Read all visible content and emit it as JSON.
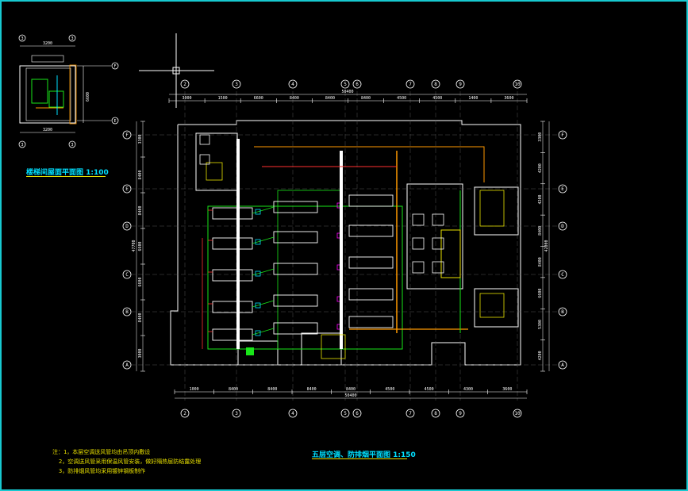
{
  "drawing": {
    "main_title": "五层空调、防排烟平面图 1:150",
    "stair_title": "楼梯间屋面平面图 1:100",
    "notes": [
      "注：1，本层空调送风管均由吊顶内敷设",
      "2，空调送风管采用保温风管安装，做好隔热层防结露处理",
      "3，防排烟风管均采用镀锌钢板制作"
    ],
    "colors": {
      "frame": "#17c8d0",
      "dim": "#ffffff",
      "axis_bubble": "#ffffff",
      "duct": "#ffffff",
      "supply": "#19e619",
      "exhaust": "#ff3030",
      "pipe": "#ff9900",
      "title": "#00e0ff",
      "note": "#e8e000"
    },
    "col_axes": [
      "2",
      "3",
      "4",
      "5",
      "6",
      "7",
      "8",
      "9",
      "10"
    ],
    "row_axes": [
      "F",
      "E",
      "D",
      "C",
      "B",
      "A"
    ],
    "top_dims": [
      "3000",
      "1500",
      "6600",
      "8400",
      "8400",
      "8400",
      "4500",
      "4500",
      "1400",
      "3600"
    ],
    "top_total": "50400",
    "bottom_dims": [
      "1000",
      "8400",
      "8400",
      "8400",
      "8400",
      "4500",
      "4500",
      "4300",
      "3600"
    ],
    "bottom_total": "50400",
    "left_dims": [
      "3300",
      "8400",
      "8400",
      "6600",
      "6600",
      "8400",
      "3000"
    ],
    "left_total": "47700",
    "right_dims": [
      "3300",
      "4200",
      "4200",
      "8400",
      "8400",
      "6600",
      "5300",
      "4200"
    ],
    "right_total": "42000",
    "stair_axes": {
      "cols": [
        "3",
        "3"
      ],
      "rows": [
        "F",
        "E"
      ]
    },
    "stair_dims": {
      "top": "3200",
      "bottom": "3200",
      "side": "6600"
    }
  }
}
